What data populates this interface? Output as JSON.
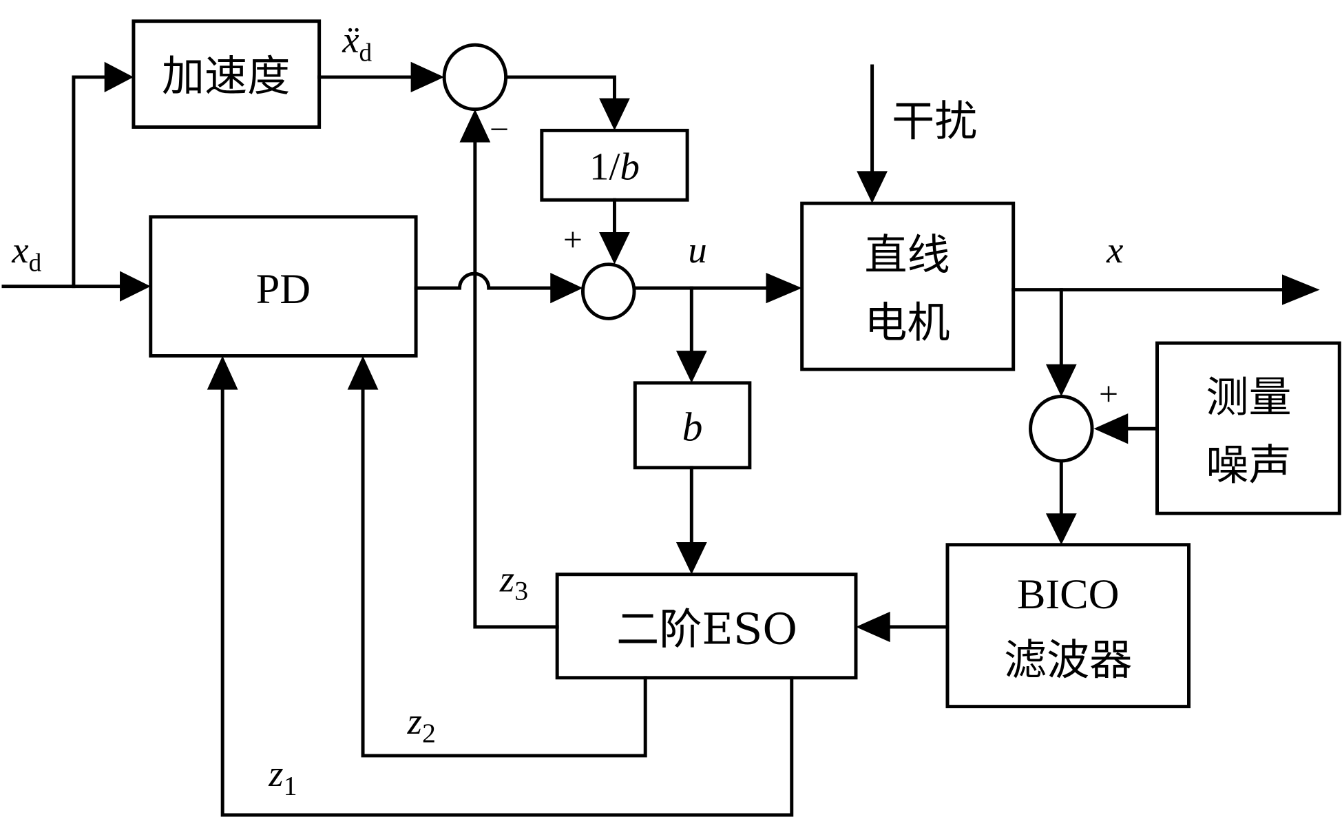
{
  "diagram": {
    "type": "control-block-diagram",
    "blocks": {
      "acceleration": "加速度",
      "pd": "PD",
      "inv_b": {
        "num": "1/",
        "var": "b"
      },
      "b": "b",
      "motor": {
        "line1": "直线",
        "line2": "电机"
      },
      "noise": {
        "line1": "测量",
        "line2": "噪声"
      },
      "bico": {
        "line1": "BICO",
        "line2": "滤波器"
      },
      "eso": "二阶ESO"
    },
    "signals": {
      "xd": {
        "base": "x",
        "sub": "d"
      },
      "xdd": {
        "base": "ẍ",
        "sub": "d"
      },
      "u": "u",
      "x": "x",
      "disturbance": "干扰",
      "z1": {
        "base": "z",
        "sub": "1"
      },
      "z2": {
        "base": "z",
        "sub": "2"
      },
      "z3": {
        "base": "z",
        "sub": "3"
      }
    },
    "signs": {
      "top_sum_minus": "−",
      "mid_sum_plus": "+",
      "noise_sum_plus": "+"
    }
  }
}
